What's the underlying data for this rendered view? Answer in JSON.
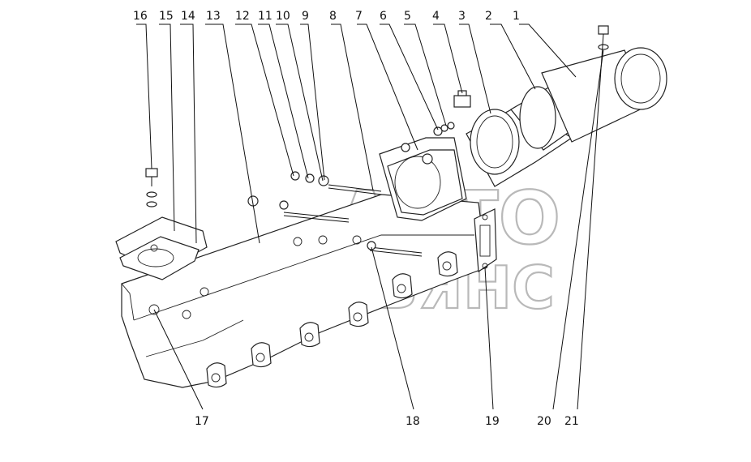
{
  "watermark": {
    "line1": "АВТО",
    "line2": "АЛЬЯНС"
  },
  "callouts": [
    {
      "id": "1",
      "text": "1"
    },
    {
      "id": "2",
      "text": "2"
    },
    {
      "id": "3",
      "text": "3"
    },
    {
      "id": "4",
      "text": "4"
    },
    {
      "id": "5",
      "text": "5"
    },
    {
      "id": "6",
      "text": "6"
    },
    {
      "id": "7",
      "text": "7"
    },
    {
      "id": "8",
      "text": "8"
    },
    {
      "id": "9",
      "text": "9"
    },
    {
      "id": "10",
      "text": "10"
    },
    {
      "id": "11",
      "text": "11"
    },
    {
      "id": "12",
      "text": "12"
    },
    {
      "id": "13",
      "text": "13"
    },
    {
      "id": "14",
      "text": "14"
    },
    {
      "id": "15",
      "text": "15"
    },
    {
      "id": "16",
      "text": "16"
    },
    {
      "id": "17",
      "text": "17"
    },
    {
      "id": "18",
      "text": "18"
    },
    {
      "id": "19",
      "text": "19"
    },
    {
      "id": "20",
      "text": "20"
    },
    {
      "id": "21",
      "text": "21"
    }
  ]
}
